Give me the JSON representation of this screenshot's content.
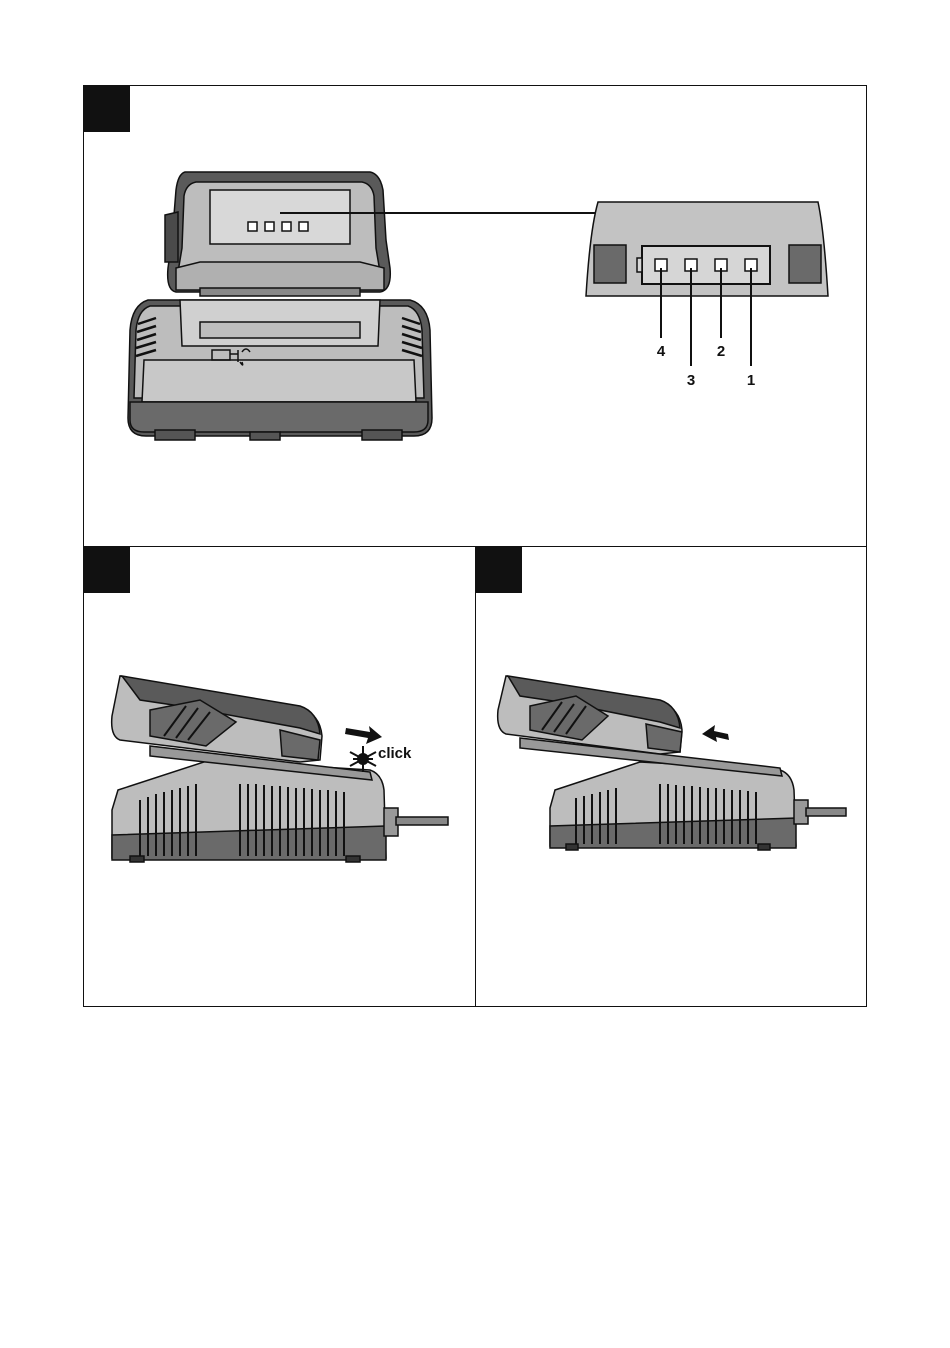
{
  "panel1": {
    "indicator_numbers": [
      {
        "id": "led-4",
        "text": "4"
      },
      {
        "id": "led-3",
        "text": "3"
      },
      {
        "id": "led-2",
        "text": "2"
      },
      {
        "id": "led-1",
        "text": "1"
      }
    ]
  },
  "panel2": {
    "click_text": "click"
  },
  "colors": {
    "ink": "#111111",
    "body_gray": "#bfbfbf",
    "light_gray": "#d9d9d9",
    "dark_gray": "#6e6e6e"
  }
}
